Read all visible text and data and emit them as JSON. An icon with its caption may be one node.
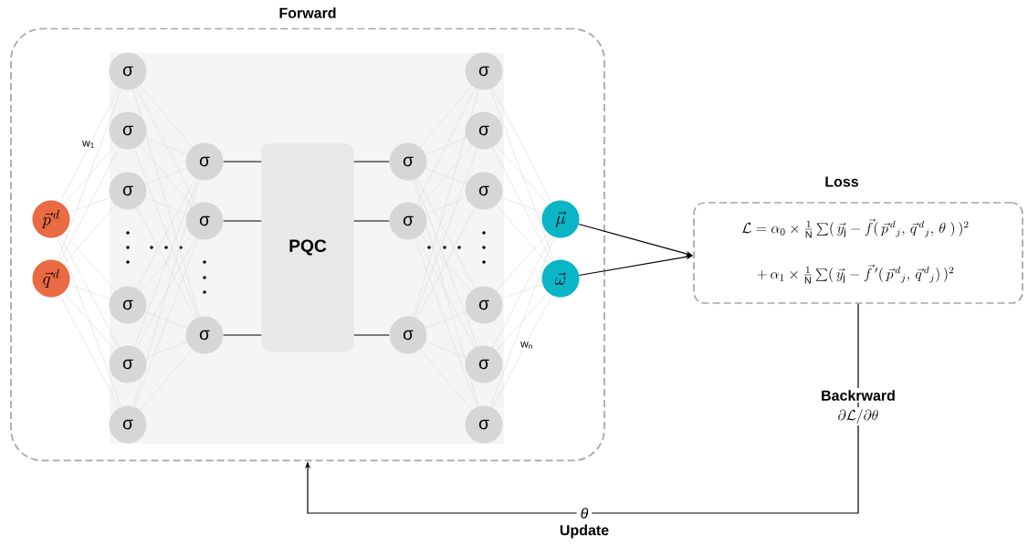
{
  "diagram": {
    "nodes": [
      {
        "text": [
          "Forward"
        ]
      },
      {
        "text": [],
        "shape": "box",
        "in": 0
      },
      {
        "text": [
          "\\vec{p}^{\\,d}"
        ],
        "in": 0
      },
      {
        "text": [
          "\\vec{q}^{\\,d}"
        ],
        "in": 0
      },
      {
        "text": [
          "σ"
        ],
        "in": 1
      },
      {
        "text": [
          "σ"
        ],
        "in": 1
      },
      {
        "text": [
          "σ"
        ],
        "in": 1
      },
      {
        "text": [
          "σ"
        ],
        "in": 1
      },
      {
        "text": [
          "σ"
        ],
        "in": 1
      },
      {
        "text": [
          "σ"
        ],
        "in": 1
      },
      {
        "text": [
          "σ"
        ],
        "in": 1
      },
      {
        "text": [
          "σ"
        ],
        "in": 1
      },
      {
        "text": [
          "σ"
        ],
        "in": 1
      },
      {
        "text": [
          "PQC"
        ],
        "in": 1
      },
      {
        "text": [
          "σ"
        ],
        "in": 1
      },
      {
        "text": [
          "σ"
        ],
        "in": 1
      },
      {
        "text": [
          "σ"
        ],
        "in": 1
      },
      {
        "text": [
          "σ"
        ],
        "in": 1
      },
      {
        "text": [
          "σ"
        ],
        "in": 1
      },
      {
        "text": [
          "σ"
        ],
        "in": 1
      },
      {
        "text": [
          "σ"
        ],
        "in": 1
      },
      {
        "text": [
          "σ"
        ],
        "in": 1
      },
      {
        "text": [
          "σ"
        ],
        "in": 1
      },
      {
        "text": [
          "\\vec{\\mu}"
        ],
        "in": 0
      },
      {
        "text": [
          "\\vec{\\omega}"
        ],
        "in": 0
      },
      {
        "text": [
          "Loss",
          "\\mathcal{L} = \\alpha_0\\times \\frac{1}{\\mathrm{N}}\\sum(\\,\\vec{y}_{\\mathrm{j}} - \\vec{f}(\\,\\vec{p}^{\\,d}{}_{j},\\, \\vec{q}^{\\,d}{}_{j},\\, \\theta\\;)\\,)^2",
          "+\\,\\alpha_1\\times \\frac{1}{\\mathrm{N}}\\sum(\\,\\vec{y}_{\\mathrm{j}} - \\vec{f}\\,'(\\,\\vec{p}^{\\,d}{}_{j},\\, \\vec{q}^{\\,d}{}_{j})\\,)^2"
        ]
      }
    ],
    "edges": [
      {
        "from": 2,
        "to": 4,
        "arrow": "none"
      },
      {
        "from": 2,
        "to": 5,
        "arrow": "none"
      },
      {
        "from": 2,
        "to": 6,
        "arrow": "none"
      },
      {
        "from": 2,
        "to": 7,
        "arrow": "none"
      },
      {
        "from": 2,
        "to": 8,
        "arrow": "none"
      },
      {
        "from": 2,
        "to": 9,
        "arrow": "none"
      },
      {
        "from": 3,
        "to": 4,
        "arrow": "none"
      },
      {
        "from": 3,
        "to": 5,
        "arrow": "none"
      },
      {
        "from": 3,
        "to": 6,
        "arrow": "none"
      },
      {
        "from": 3,
        "to": 7,
        "arrow": "none"
      },
      {
        "from": 3,
        "to": 8,
        "arrow": "none"
      },
      {
        "from": 3,
        "to": 9,
        "arrow": "none"
      },
      {
        "from": 4,
        "to": 10,
        "arrow": "none"
      },
      {
        "from": 4,
        "to": 11,
        "arrow": "none"
      },
      {
        "from": 4,
        "to": 12,
        "arrow": "none"
      },
      {
        "from": 5,
        "to": 10,
        "arrow": "none"
      },
      {
        "from": 5,
        "to": 11,
        "arrow": "none"
      },
      {
        "from": 5,
        "to": 12,
        "arrow": "none"
      },
      {
        "from": 6,
        "to": 10,
        "arrow": "none"
      },
      {
        "from": 6,
        "to": 11,
        "arrow": "none"
      },
      {
        "from": 6,
        "to": 12,
        "arrow": "none"
      },
      {
        "from": 7,
        "to": 10,
        "arrow": "none"
      },
      {
        "from": 7,
        "to": 11,
        "arrow": "none"
      },
      {
        "from": 7,
        "to": 12,
        "arrow": "none"
      },
      {
        "from": 8,
        "to": 10,
        "arrow": "none"
      },
      {
        "from": 8,
        "to": 11,
        "arrow": "none"
      },
      {
        "from": 8,
        "to": 12,
        "arrow": "none"
      },
      {
        "from": 9,
        "to": 10,
        "arrow": "none"
      },
      {
        "from": 9,
        "to": 11,
        "arrow": "none"
      },
      {
        "from": 9,
        "to": 12,
        "arrow": "none"
      },
      {
        "from": 10,
        "to": 13,
        "arrow": "none",
        "color": "#000000"
      },
      {
        "from": 11,
        "to": 13,
        "arrow": "none",
        "color": "#000000"
      },
      {
        "from": 12,
        "to": 13,
        "arrow": "none",
        "color": "#000000"
      },
      {
        "from": 13,
        "to": 14,
        "arrow": "none",
        "color": "#000000"
      },
      {
        "from": 13,
        "to": 15,
        "arrow": "none",
        "color": "#000000"
      },
      {
        "from": 13,
        "to": 16,
        "arrow": "none",
        "color": "#000000"
      },
      {
        "from": 14,
        "to": 17,
        "arrow": "none"
      },
      {
        "from": 14,
        "to": 18,
        "arrow": "none"
      },
      {
        "from": 14,
        "to": 19,
        "arrow": "none"
      },
      {
        "from": 14,
        "to": 20,
        "arrow": "none"
      },
      {
        "from": 14,
        "to": 21,
        "arrow": "none"
      },
      {
        "from": 14,
        "to": 22,
        "arrow": "none"
      },
      {
        "from": 15,
        "to": 17,
        "arrow": "none"
      },
      {
        "from": 15,
        "to": 18,
        "arrow": "none"
      },
      {
        "from": 15,
        "to": 19,
        "arrow": "none"
      },
      {
        "from": 15,
        "to": 20,
        "arrow": "none"
      },
      {
        "from": 15,
        "to": 21,
        "arrow": "none"
      },
      {
        "from": 15,
        "to": 22,
        "arrow": "none"
      },
      {
        "from": 16,
        "to": 17,
        "arrow": "none"
      },
      {
        "from": 16,
        "to": 18,
        "arrow": "none"
      },
      {
        "from": 16,
        "to": 19,
        "arrow": "none"
      },
      {
        "from": 16,
        "to": 20,
        "arrow": "none"
      },
      {
        "from": 16,
        "to": 21,
        "arrow": "none"
      },
      {
        "from": 16,
        "to": 22,
        "arrow": "none"
      },
      {
        "from": 17,
        "to": 23,
        "arrow": "none"
      },
      {
        "from": 17,
        "to": 24,
        "arrow": "none"
      },
      {
        "from": 18,
        "to": 23,
        "arrow": "none"
      },
      {
        "from": 18,
        "to": 24,
        "arrow": "none"
      },
      {
        "from": 19,
        "to": 23,
        "arrow": "none"
      },
      {
        "from": 19,
        "to": 24,
        "arrow": "none"
      },
      {
        "from": 20,
        "to": 23,
        "arrow": "none"
      },
      {
        "from": 20,
        "to": 24,
        "arrow": "none"
      },
      {
        "from": 21,
        "to": 23,
        "arrow": "none"
      },
      {
        "from": 21,
        "to": 24,
        "arrow": "none"
      },
      {
        "from": 22,
        "to": 23,
        "arrow": "none"
      },
      {
        "from": 22,
        "to": 24,
        "arrow": "none"
      },
      {
        "from": 23,
        "to": 25,
        "arrow": "to",
        "color": "#000000"
      },
      {
        "from": 24,
        "to": 25,
        "arrow": "to",
        "color": "#000000"
      },
      {
        "from": 25,
        "to": 0,
        "arrow": "to",
        "label": "θ",
        "color": "#000000"
      }
    ],
    "labels": [
      "w$_{1}$",
      "w$_{n}$",
      "Backrward",
      "\\partial\\mathcal{L}/\\partial\\theta",
      "Update"
    ]
  }
}
